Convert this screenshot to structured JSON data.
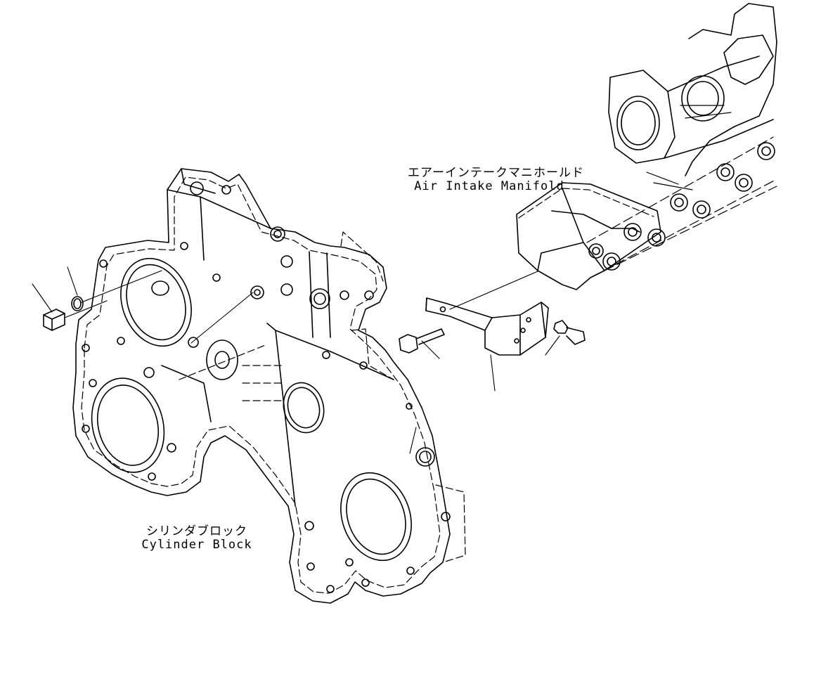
{
  "labels": {
    "air_intake_manifold_jp": "エアーインテークマニホールド",
    "air_intake_manifold_en": "Air Intake Manifold",
    "cylinder_block_jp": "シリンダブロック",
    "cylinder_block_en": "Cylinder Block"
  },
  "colors": {
    "line": "#000000",
    "background": "#ffffff"
  }
}
